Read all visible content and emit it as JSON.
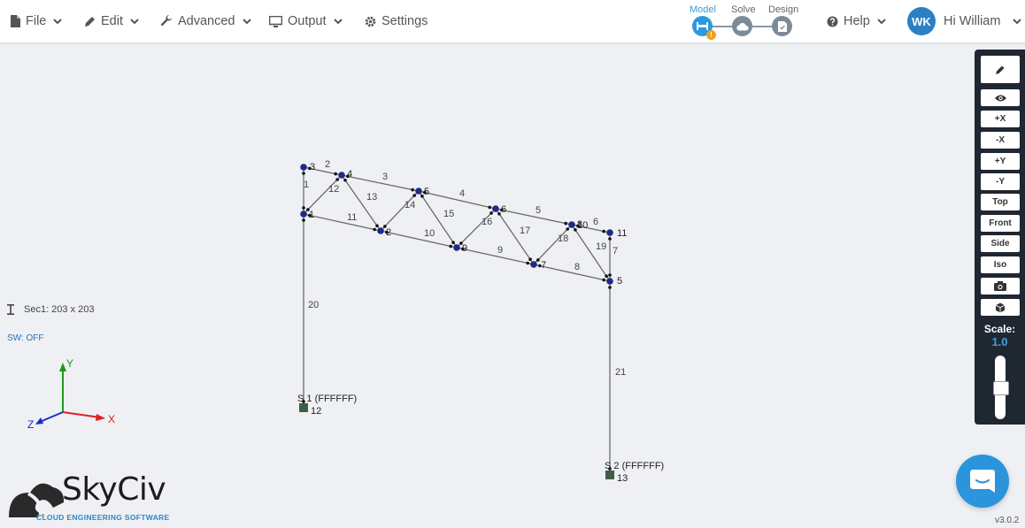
{
  "menu": {
    "file": "File",
    "edit": "Edit",
    "advanced": "Advanced",
    "output": "Output",
    "settings": "Settings",
    "help": "Help"
  },
  "workflow": {
    "model": "Model",
    "solve": "Solve",
    "design": "Design",
    "warning_mark": "!"
  },
  "user": {
    "initials": "WK",
    "greeting": "Hi William"
  },
  "toolbar": {
    "buttons": [
      "+X",
      "-X",
      "+Y",
      "-Y",
      "Top",
      "Front",
      "Side",
      "Iso"
    ],
    "scale_label": "Scale:",
    "scale_value": "1.0",
    "scale_level": 0.5
  },
  "section": {
    "label": "Sec1: 203 x 203",
    "sw_status": "SW: OFF"
  },
  "axes": {
    "x": "X",
    "y": "Y",
    "z": "Z"
  },
  "model": {
    "node_labels": [
      "1",
      "2",
      "3",
      "4",
      "5",
      "6",
      "7",
      "8",
      "9",
      "10",
      "11",
      "5",
      "12",
      "13"
    ],
    "member_labels": [
      "1",
      "2",
      "3",
      "4",
      "5",
      "6",
      "7",
      "8",
      "9",
      "10",
      "11",
      "12",
      "13",
      "14",
      "15",
      "16",
      "17",
      "18",
      "19",
      "20",
      "21"
    ],
    "supports": [
      "S 1 (FFFFFF)",
      "S 2 (FFFFFF)"
    ]
  },
  "brand": {
    "name": "SkyCiv",
    "tagline": "CLOUD ENGINEERING SOFTWARE",
    "version": "v3.0.2"
  },
  "colors": {
    "accent": "#3a9bd8",
    "panel": "#1f2731",
    "node": "#1e2a8a",
    "support": "#3e5f46",
    "warning": "#f0a020",
    "axis_x": "#e02020",
    "axis_y": "#1a9a1a",
    "axis_z": "#1a2ad0"
  }
}
